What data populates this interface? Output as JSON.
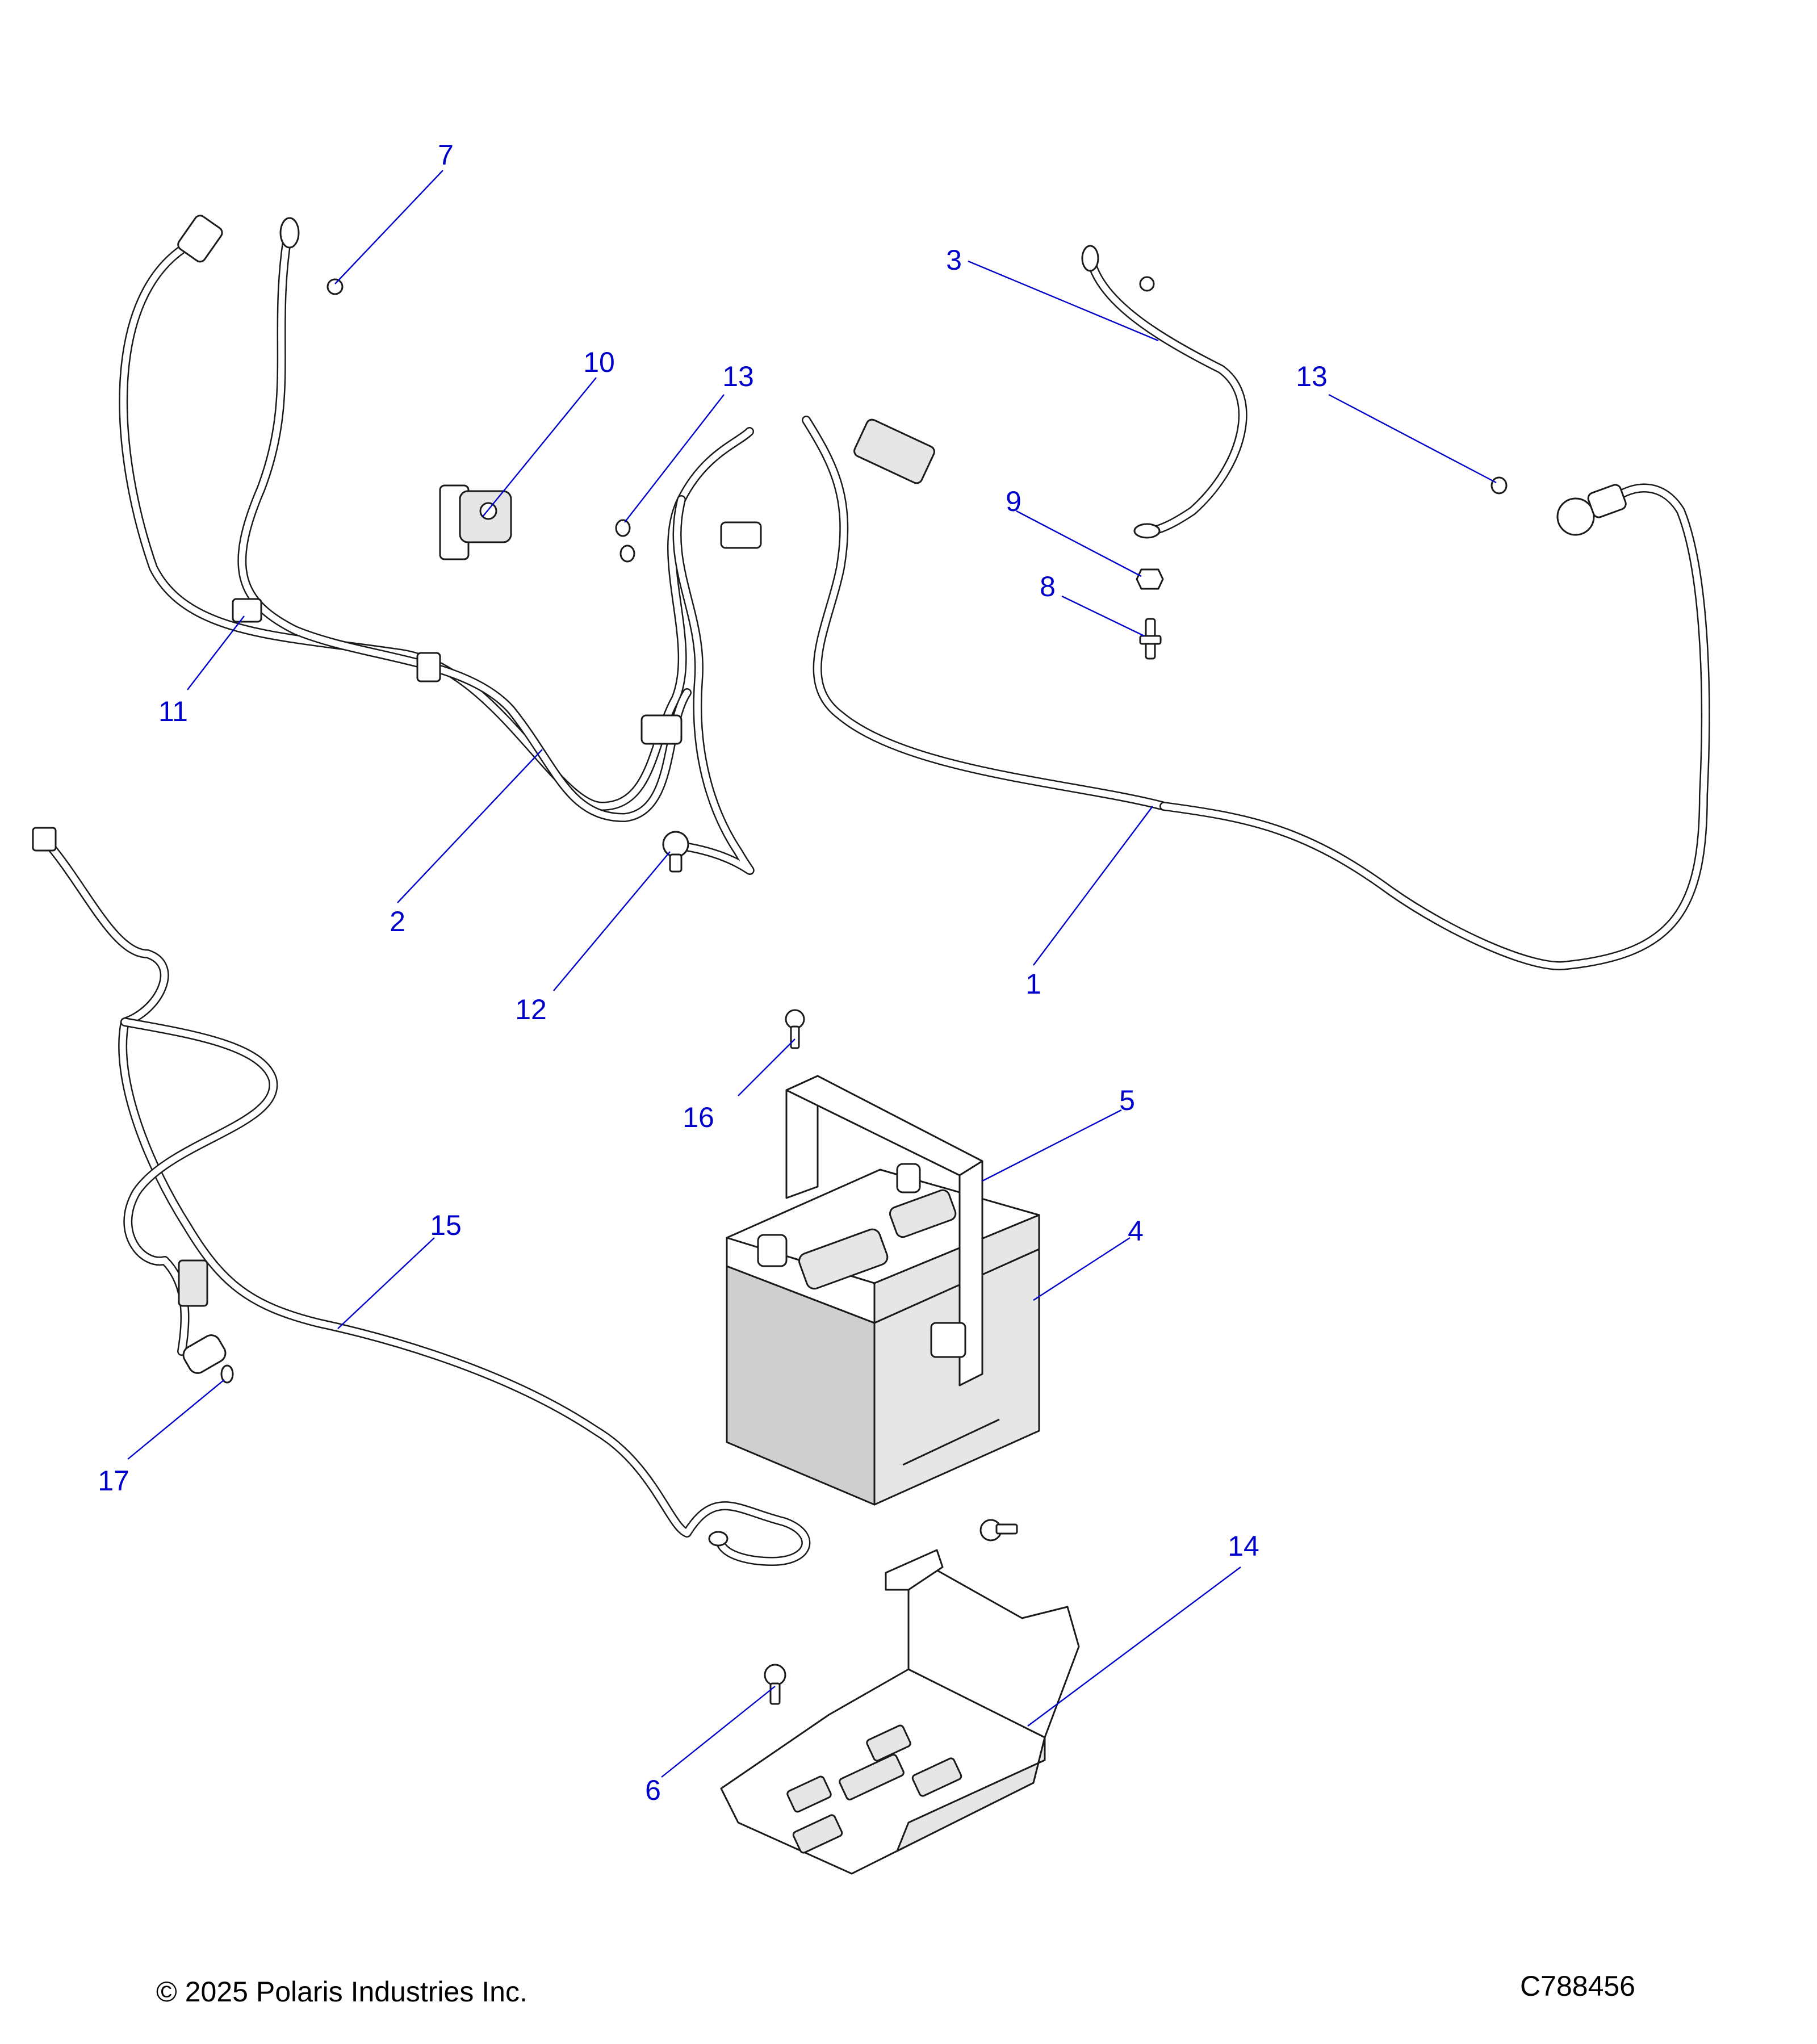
{
  "callouts": {
    "c1": "1",
    "c2": "2",
    "c3": "3",
    "c4": "4",
    "c5": "5",
    "c6": "6",
    "c7": "7",
    "c8": "8",
    "c9": "9",
    "c10": "10",
    "c11": "11",
    "c12": "12",
    "c13a": "13",
    "c13b": "13",
    "c14": "14",
    "c15": "15",
    "c16": "16",
    "c17": "17"
  },
  "footer": {
    "copyright": "© 2025 Polaris Industries Inc.",
    "diagram_id": "C788456"
  },
  "colors": {
    "callout": "#0000cc",
    "linework": "#1a1a1a",
    "background": "#ffffff"
  }
}
